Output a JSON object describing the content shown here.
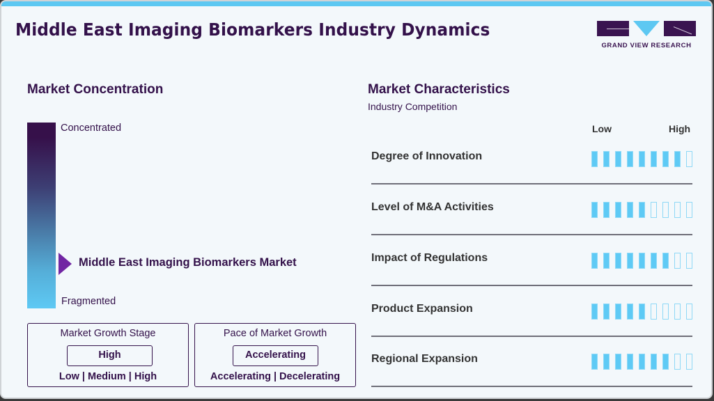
{
  "header": {
    "title": "Middle East Imaging Biomarkers Industry Dynamics",
    "logo_text": "GRAND VIEW RESEARCH",
    "accent_color": "#5dc8f2",
    "brand_color": "#33114a"
  },
  "market_concentration": {
    "heading": "Market Concentration",
    "top_label": "Concentrated",
    "bottom_label": "Fragmented",
    "marker_label": "Middle East Imaging Biomarkers Market",
    "marker_color": "#7126a3"
  },
  "growth_stage": {
    "heading": "Market Growth Stage",
    "value": "High",
    "options": "Low  |  Medium  |  High"
  },
  "growth_pace": {
    "heading": "Pace of Market Growth",
    "value": "Accelerating",
    "options": "Accelerating  |  Decelerating"
  },
  "market_characteristics": {
    "heading": "Market Characteristics",
    "subheading": "Industry Competition",
    "scale_low": "Low",
    "scale_high": "High",
    "max_rating": 9,
    "rows": [
      {
        "label": "Degree of Innovation",
        "rating": 8
      },
      {
        "label": "Level of M&A Activities",
        "rating": 5
      },
      {
        "label": "Impact of Regulations",
        "rating": 7
      },
      {
        "label": "Product Expansion",
        "rating": 5
      },
      {
        "label": "Regional Expansion",
        "rating": 7
      }
    ]
  },
  "chart_data": {
    "type": "table",
    "title": "Market Characteristics — Industry Competition",
    "scale": {
      "min_label": "Low",
      "max_label": "High",
      "max": 9
    },
    "categories": [
      "Degree of Innovation",
      "Level of M&A Activities",
      "Impact of Regulations",
      "Product Expansion",
      "Regional Expansion"
    ],
    "values": [
      8,
      5,
      7,
      5,
      7
    ],
    "market_concentration": "Fragmented (low position)",
    "market_growth_stage": "High",
    "pace_of_market_growth": "Accelerating"
  }
}
